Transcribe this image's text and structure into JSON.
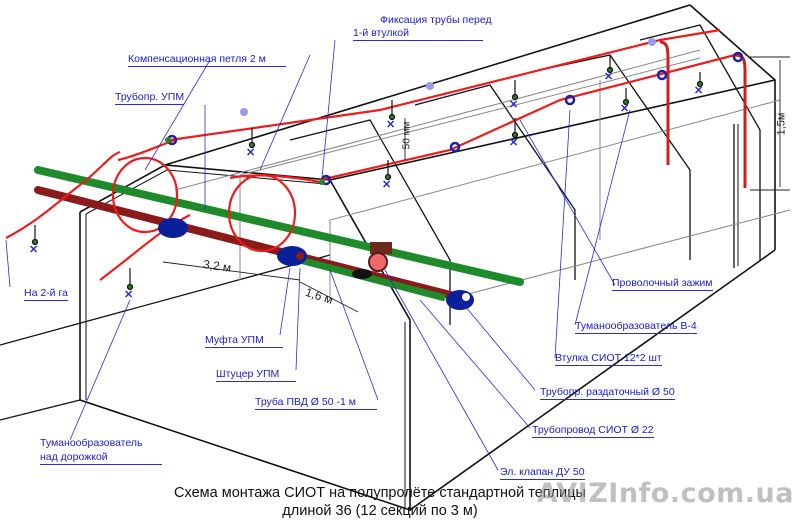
{
  "diagram": {
    "caption_line1": "Схема монтажа СИОТ на полупролёте стандартной теплицы",
    "caption_line2": "длиной 36 (12 секций по 3 м)",
    "watermark": "AVIZInfo.com.ua",
    "labels": {
      "fixation_line1": "Фиксация трубы перед",
      "fixation_line2": "1-й втулкой",
      "comp_loop": "Компенсационная петля 2 м",
      "upm_pipeline": "Трубопр. УПМ",
      "to_second_ha": "На 2-й га",
      "coupling_upm": "Муфта УПМ",
      "fitting_upm": "Штуцер УПМ",
      "pvd_pipe": "Труба ПВД Ø 50 -1 м",
      "fogger_path_line1": "Туманообразователь",
      "fogger_path_line2": "над дорожкой",
      "wire_clamp": "Проволочный зажим",
      "fogger_b4": "Туманообразователь В-4",
      "siot_sleeve": "Втулка СИОТ 12*2 шт",
      "dist_pipeline": "Трубопр. раздаточный Ø 50",
      "siot_pipeline": "Трубопровод СИОТ Ø 22",
      "el_valve": "Эл. клапан ДУ 50"
    },
    "dimensions": {
      "d1": "3,2 м",
      "d2": "1,6 м",
      "d3": "50 мм",
      "d4": "1,5м"
    },
    "colors": {
      "siot_pipe": "#ee1c1c",
      "upm_pipe": "#8b1a1a",
      "dist_pipe": "#1e8a2a",
      "fittings": "#0a1f9a",
      "label_text": "#1a1ac8",
      "frame": "#111111"
    }
  }
}
